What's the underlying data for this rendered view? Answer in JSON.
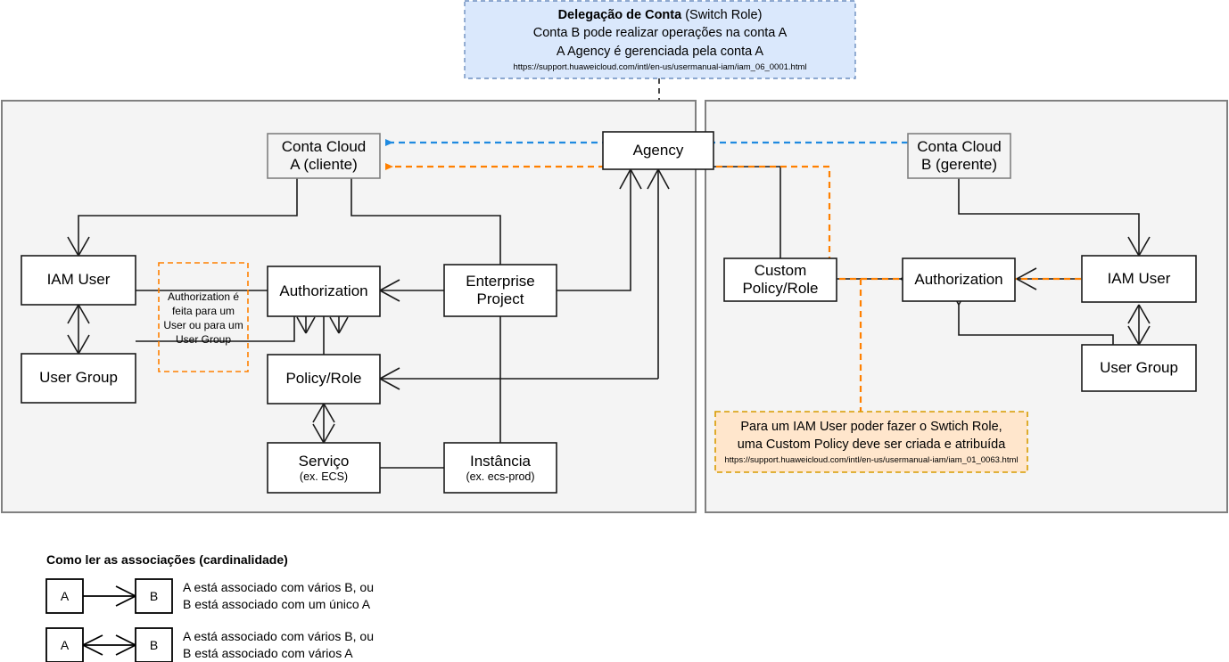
{
  "callout_top": {
    "name": "delegation-callout",
    "title_bold": "Delegação de Conta",
    "title_rest": " (Switch Role)",
    "line2": "Conta B pode realizar operações na conta A",
    "line3": "A Agency é gerenciada pela conta A",
    "url": "https://support.huaweicloud.com/intl/en-us/usermanual-iam/iam_06_0001.html",
    "fill": "#dae8fc",
    "stroke": "#6c8ebf"
  },
  "note_right": {
    "name": "custom-policy-note",
    "line1": "Para um IAM User poder fazer o Swtich Role,",
    "line2": "uma Custom Policy deve ser criada e atribuída",
    "url": "https://support.huaweicloud.com/intl/en-us/usermanual-iam/iam_01_0063.html",
    "fill": "#ffe6cc",
    "stroke": "#d79b00"
  },
  "note_left": {
    "name": "authorization-note",
    "line1": "Authorization é",
    "line2": "feita para um",
    "line3": "User ou para um",
    "line4": "User Group",
    "stroke": "#ff8000"
  },
  "panels": {
    "left": {
      "name": "account-a-panel",
      "fill": "#f4f4f4",
      "stroke": "#808080"
    },
    "right": {
      "name": "account-b-panel",
      "fill": "#f4f4f4",
      "stroke": "#808080"
    }
  },
  "boxes": {
    "conta_a": {
      "label": "Conta Cloud",
      "sub": "A (cliente)"
    },
    "conta_b": {
      "label": "Conta Cloud",
      "sub": "B (gerente)"
    },
    "agency": {
      "label": "Agency",
      "sub": ""
    },
    "iam_user_l": {
      "label": "IAM User",
      "sub": ""
    },
    "user_group_l": {
      "label": "User Group",
      "sub": ""
    },
    "authorization_l": {
      "label": "Authorization",
      "sub": ""
    },
    "enterprise": {
      "label": "Enterprise",
      "sub": "Project"
    },
    "policy_role": {
      "label": "Policy/Role",
      "sub": ""
    },
    "servico": {
      "label": "Serviço",
      "sub": "(ex. ECS)"
    },
    "instancia": {
      "label": "Instância",
      "sub": "(ex. ecs-prod)"
    },
    "custom_policy": {
      "label": "Custom",
      "sub": "Policy/Role"
    },
    "authorization_r": {
      "label": "Authorization",
      "sub": ""
    },
    "iam_user_r": {
      "label": "IAM User",
      "sub": ""
    },
    "user_group_r": {
      "label": "User Group",
      "sub": ""
    }
  },
  "legend": {
    "title": "Como ler as associações (cardinalidade)",
    "rows": [
      {
        "a": "A",
        "b": "B",
        "desc1": "A está associado com vários B, ou",
        "desc2": "B está associado com um único A"
      },
      {
        "a": "A",
        "b": "B",
        "desc1": "A está associado com vários B, ou",
        "desc2": "B está associado com vários A"
      }
    ]
  },
  "colors": {
    "blue_arrow": "#1f8ae0",
    "orange_arrow": "#ff8000",
    "line": "#1a1a1a",
    "box_stroke": "#000000",
    "account_box_stroke": "#808080",
    "account_box_fill": "#f4f4f4"
  }
}
